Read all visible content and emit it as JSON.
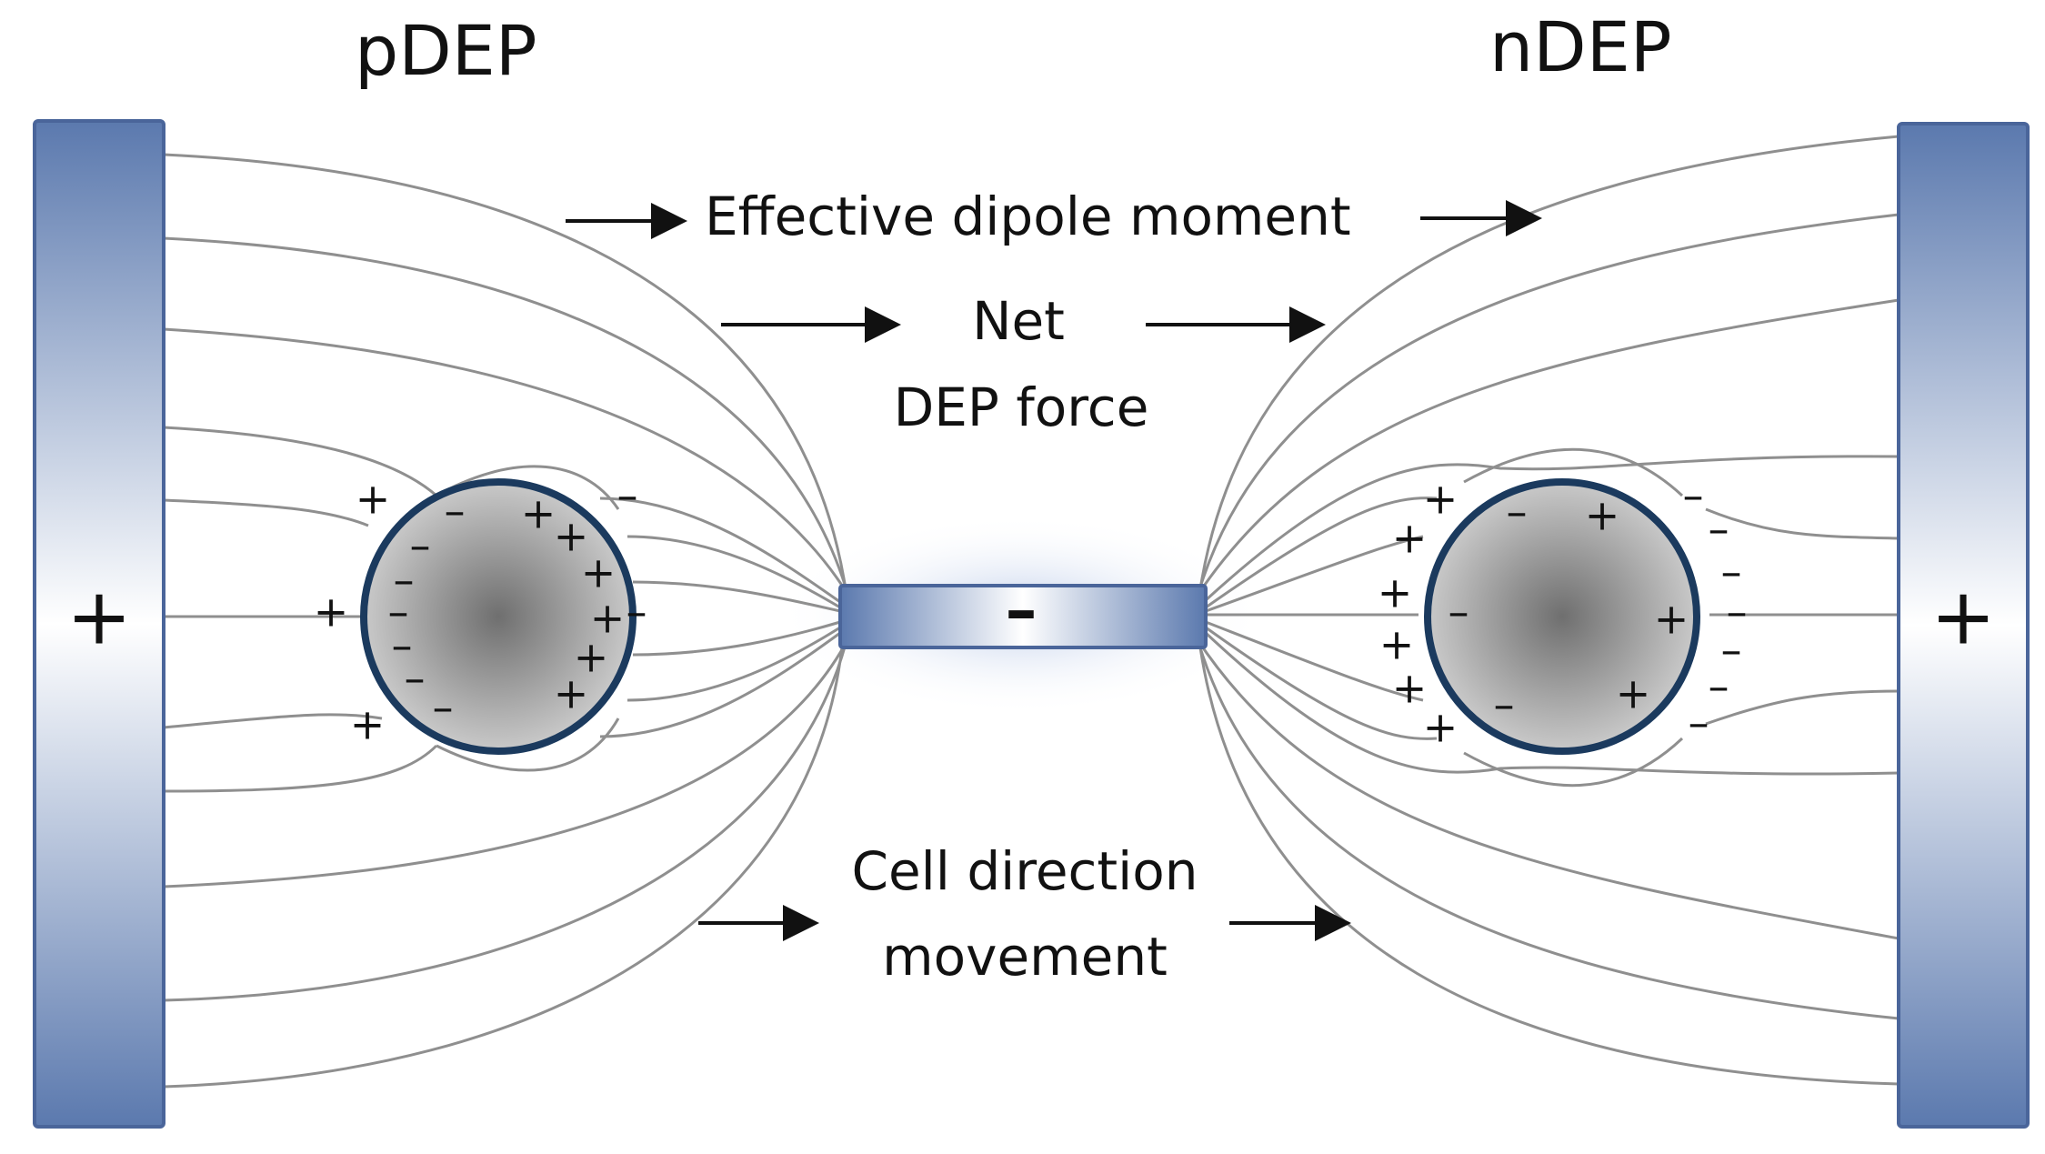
{
  "labels": {
    "pdep": "pDEP",
    "ndep": "nDEP",
    "dipole": "Effective dipole moment",
    "net": "Net",
    "dep_force": "DEP force",
    "cell_direction": "Cell direction",
    "movement": "movement"
  },
  "electrodes": {
    "left_sign": "+",
    "right_sign": "+",
    "center_sign": "–"
  },
  "colors": {
    "electrode": "#5b79ae",
    "electrode_light": "#ffffff",
    "cell_edge": "#1b3a5e",
    "cell_fill": "#9a9a9a",
    "field_line": "#8f8f8f",
    "glow": "#c9d6ee"
  },
  "charges": {
    "pdep_outer": [
      "+",
      "+",
      "+",
      "–",
      "–"
    ],
    "pdep_inner": [
      "–",
      "–",
      "–",
      "–",
      "–",
      "–",
      "–",
      "+",
      "+",
      "+",
      "+",
      "+",
      "+",
      "+"
    ],
    "ndep_outer": [
      "+",
      "+",
      "+",
      "+",
      "+",
      "+",
      "–",
      "–",
      "–",
      "–",
      "–",
      "–",
      "–",
      "–"
    ],
    "ndep_inner": [
      "–",
      "+",
      "–",
      "+",
      "+",
      "–"
    ]
  }
}
